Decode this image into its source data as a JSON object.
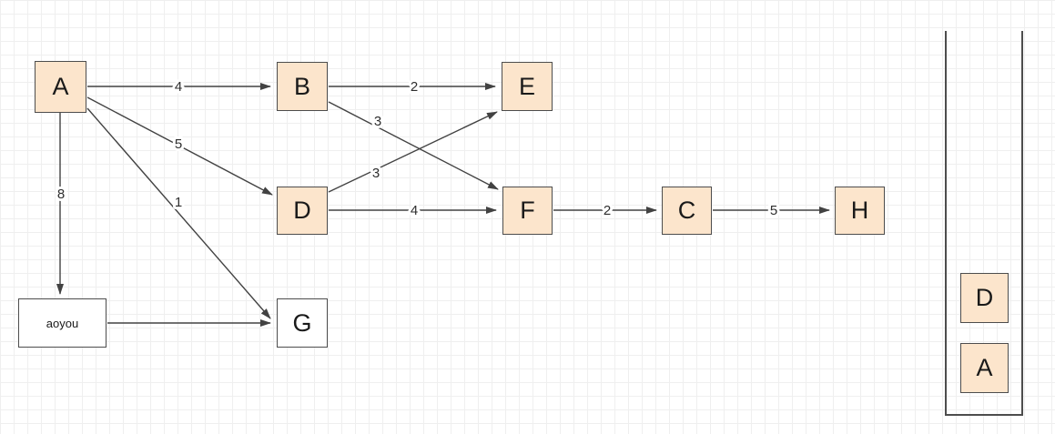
{
  "diagram": {
    "nodes": {
      "A": {
        "label": "A"
      },
      "B": {
        "label": "B"
      },
      "D": {
        "label": "D"
      },
      "E": {
        "label": "E"
      },
      "F": {
        "label": "F"
      },
      "C": {
        "label": "C"
      },
      "H": {
        "label": "H"
      },
      "G": {
        "label": "G"
      },
      "aoyou": {
        "label": "aoyou"
      }
    },
    "edges": {
      "A_B": {
        "from": "A",
        "to": "B",
        "label": "4"
      },
      "B_E": {
        "from": "B",
        "to": "E",
        "label": "2"
      },
      "A_D": {
        "from": "A",
        "to": "D",
        "label": "5"
      },
      "A_G": {
        "from": "A",
        "to": "G",
        "label": "1"
      },
      "A_aoyou": {
        "from": "A",
        "to": "aoyou",
        "label": "8"
      },
      "B_F": {
        "from": "B",
        "to": "F",
        "label": "3"
      },
      "D_E": {
        "from": "D",
        "to": "E",
        "label": "3"
      },
      "D_F": {
        "from": "D",
        "to": "F",
        "label": "4"
      },
      "F_C": {
        "from": "F",
        "to": "C",
        "label": "2"
      },
      "C_H": {
        "from": "C",
        "to": "H",
        "label": "5"
      },
      "aoyou_G": {
        "from": "aoyou",
        "to": "G",
        "label": ""
      }
    },
    "stack": {
      "items": [
        {
          "label": "D"
        },
        {
          "label": "A"
        }
      ]
    },
    "colors": {
      "node_fill": "#fce5cc",
      "node_stroke": "#4d4d4d",
      "plain_fill": "#ffffff",
      "edge_color": "#424242",
      "grid_color": "#efefef",
      "background": "#ffffff"
    }
  }
}
